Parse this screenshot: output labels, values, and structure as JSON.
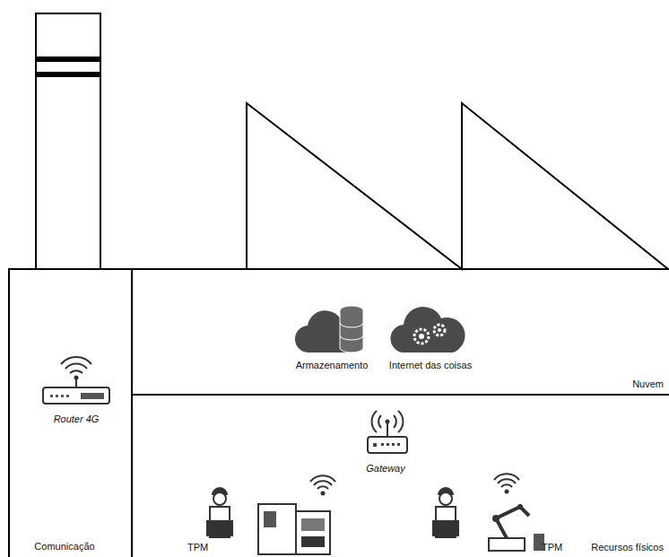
{
  "diagram": {
    "nodes": [
      {
        "text": [
          "Router 4G",
          "Comunicação"
        ]
      },
      {
        "text": [
          "Armazenamento",
          "Internet das coisas",
          "Nuvem"
        ]
      },
      {
        "text": [
          "Gateway",
          "TPM",
          "TPM",
          "Recursos físicos"
        ]
      }
    ]
  }
}
